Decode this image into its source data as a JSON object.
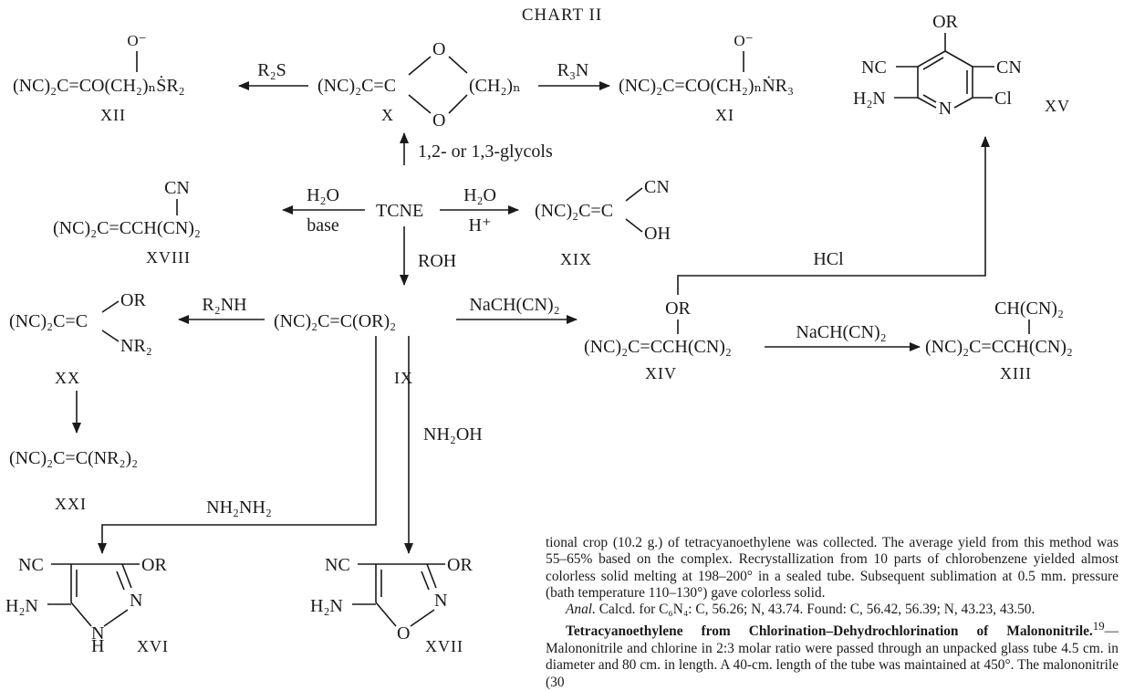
{
  "chart_title": "CHART II",
  "reagents": {
    "r2s": "R₂S",
    "r3n": "R₃N",
    "glycols": "1,2- or 1,3-glycols",
    "h2o_base_top": "H₂O",
    "h2o_base_bottom": "base",
    "h2o_acid_top": "H₂O",
    "h2o_acid_bottom": "H⁺",
    "roh": "ROH",
    "r2nh": "R₂NH",
    "nach_1": "NaCH(CN)₂",
    "nach_2": "NaCH(CN)₂",
    "hcl": "HCl",
    "nh2oh": "NH₂OH",
    "nh2nh2": "NH₂NH₂"
  },
  "compounds": {
    "XII": {
      "label": "XII",
      "oxide": "O⁻",
      "formula": "(NC)₂C=CO(CH₂)ₙṠR₂"
    },
    "X": {
      "label": "X",
      "left": "(NC)₂C=C",
      "o": "O",
      "ring": "(CH₂)ₙ"
    },
    "XI": {
      "label": "XI",
      "oxide": "O⁻",
      "formula": "(NC)₂C=CO(CH₂)ₙṄR₃"
    },
    "XV": {
      "label": "XV",
      "or": "OR",
      "nc": "NC",
      "cn": "CN",
      "h2n": "H₂N",
      "n": "N",
      "cl": "Cl"
    },
    "TCNE": {
      "label": "TCNE"
    },
    "XVIII": {
      "label": "XVIII",
      "cn": "CN",
      "formula": "(NC)₂C=CCH(CN)₂"
    },
    "XIX": {
      "label": "XIX",
      "left": "(NC)₂C=C",
      "cn": "CN",
      "oh": "OH"
    },
    "IX": {
      "label": "IX",
      "formula": "(NC)₂C=C(OR)₂"
    },
    "XX": {
      "label": "XX",
      "left": "(NC)₂C=C",
      "or": "OR",
      "nr2": "NR₂"
    },
    "XIV": {
      "label": "XIV",
      "or": "OR",
      "formula": "(NC)₂C=CCH(CN)₂"
    },
    "XIII": {
      "label": "XIII",
      "top": "CH(CN)₂",
      "formula": "(NC)₂C=CCH(CN)₂"
    },
    "XXI": {
      "label": "XXI",
      "formula": "(NC)₂C=C(NR₂)₂"
    },
    "XVI": {
      "label": "XVI",
      "nc": "NC",
      "or": "OR",
      "h2n": "H₂N",
      "n1": "N",
      "n2": "N",
      "h": "H"
    },
    "XVII": {
      "label": "XVII",
      "nc": "NC",
      "or": "OR",
      "h2n": "H₂N",
      "n": "N",
      "o": "O"
    }
  },
  "body_text": {
    "p1": "tional crop (10.2 g.) of tetracyanoethylene was collected. The average yield from this method was 55–65% based on the complex. Recrystallization from 10 parts of chlorobenzene yielded almost colorless solid melting at 198–200° in a sealed tube. Subsequent sublimation at 0.5 mm. pressure (bath temperature 110–130°) gave colorless solid.",
    "anal_label": "Anal.",
    "anal_text": " Calcd. for C₆N₄: C, 56.26; N, 43.74. Found: C, 56.42, 56.39; N, 43.23, 43.50.",
    "heading": "Tetracyanoethylene from Chlorination–Dehydrochlorination of Malononitrile.",
    "footnote": "19",
    "p3": "—Malononitrile and chlorine in 2:3 molar ratio were passed through an unpacked glass tube 4.5 cm. in diameter and 80 cm. in length. A 40-cm. length of the tube was maintained at 450°. The malononitrile (30"
  }
}
